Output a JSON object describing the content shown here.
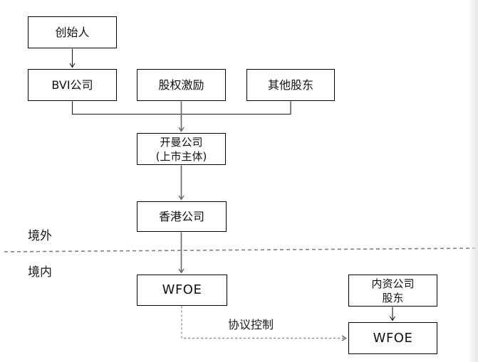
{
  "diagram": {
    "nodes": {
      "founder": {
        "label": "创始人"
      },
      "bvi": {
        "label": "BVI公司"
      },
      "esop": {
        "label": "股权激励"
      },
      "other_shareholders": {
        "label": "其他股东"
      },
      "cayman": {
        "line1": "开曼公司",
        "line2": "(上市主体)"
      },
      "hongkong": {
        "label": "香港公司"
      },
      "wfoe": {
        "label": "WFOE"
      },
      "domestic_shareholders": {
        "line1": "内资公司",
        "line2": "股东"
      },
      "vie_wfoe": {
        "label": "WFOE"
      }
    },
    "labels": {
      "offshore": "境外",
      "onshore": "境内",
      "vie_edge": "协议控制"
    },
    "colors": {
      "box_border": "#000000",
      "arrow_black": "#1a1a1a",
      "arrow_gray": "#6b6b6b",
      "dashed_gray": "#808080",
      "page_edge_shadow": "#e6e6e6"
    }
  }
}
